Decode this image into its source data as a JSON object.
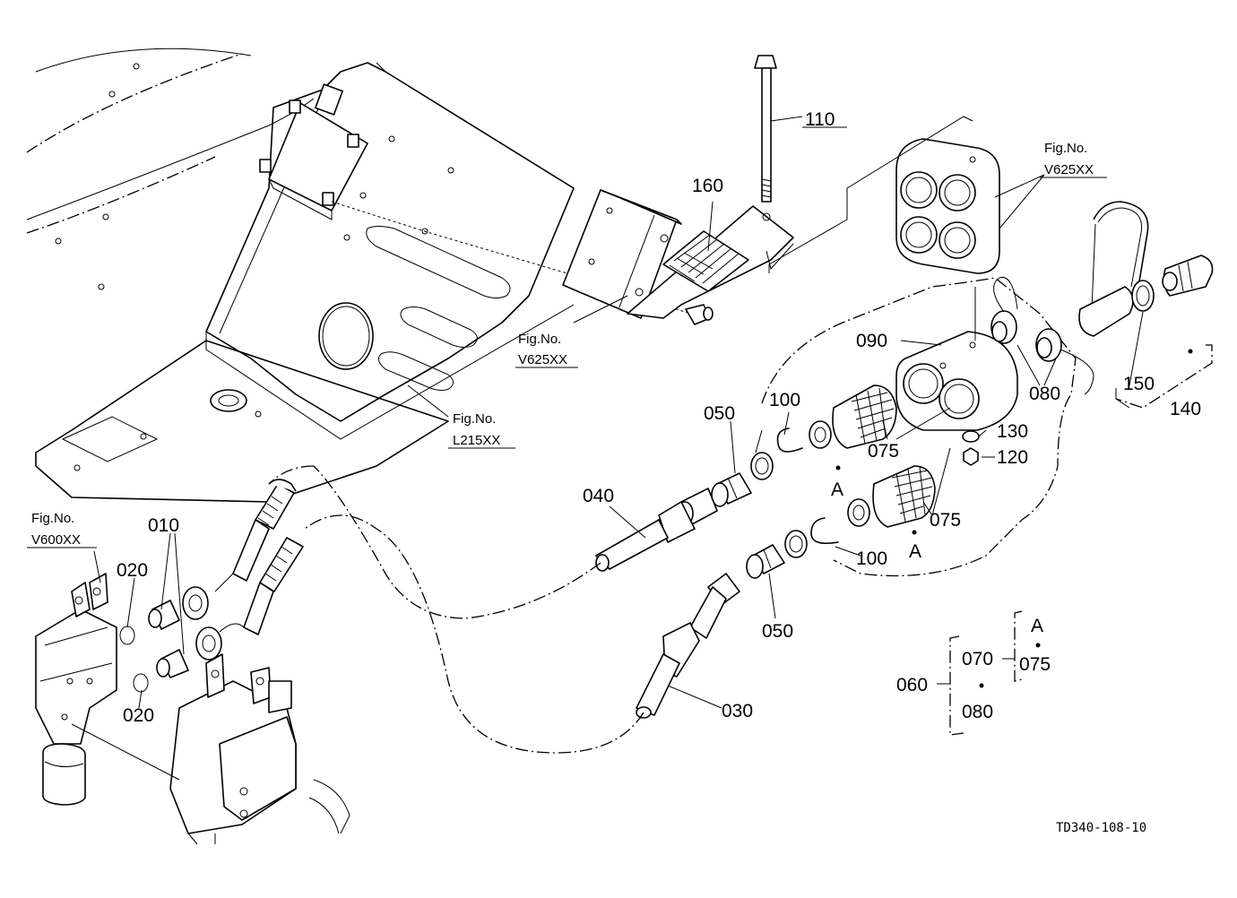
{
  "labels": {
    "p110": "110",
    "p160": "160",
    "p090": "090",
    "p080": "080",
    "p150": "150",
    "p140": "140",
    "p130": "130",
    "p120": "120",
    "p100a": "100",
    "p100b": "100",
    "p050a": "050",
    "p050b": "050",
    "p075a": "075",
    "p075b": "075",
    "p040": "040",
    "p030": "030",
    "p010": "010",
    "p020a": "020",
    "p020b": "020",
    "markA1": "A",
    "markA2": "A"
  },
  "figrefs": [
    {
      "line1": "Fig.No.",
      "line2": "V625XX"
    },
    {
      "line1": "Fig.No.",
      "line2": "V625XX"
    },
    {
      "line1": "Fig.No.",
      "line2": "L215XX"
    },
    {
      "line1": "Fig.No.",
      "line2": "V600XX"
    }
  ],
  "legend": {
    "p060": "060",
    "p070": "070",
    "p080": "080",
    "markA": "A",
    "p075": "075"
  },
  "drawing_code": "TD340-108-10"
}
